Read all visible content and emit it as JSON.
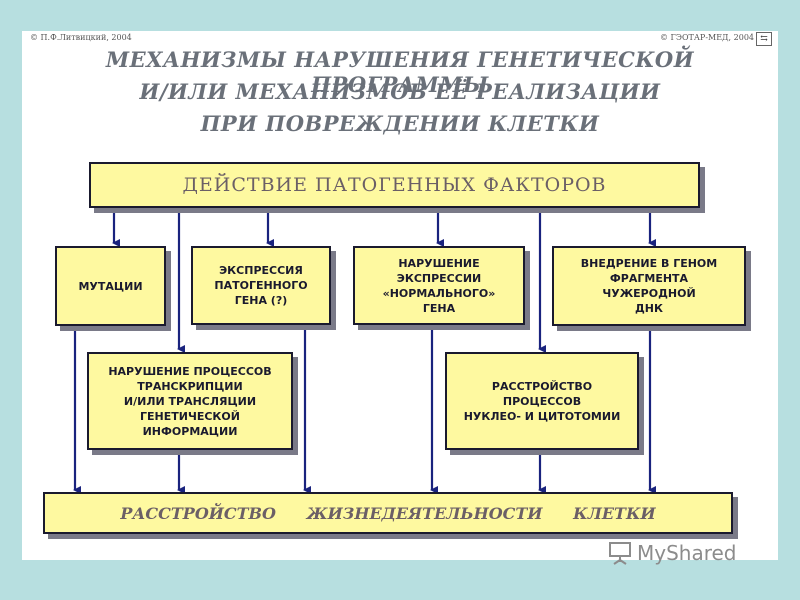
{
  "copyright": {
    "left": "© П.Ф.Литвицкий, 2004",
    "right": "© ГЭОТАР-МЕД, 2004"
  },
  "title": {
    "line1": "МЕХАНИЗМЫ НАРУШЕНИЯ ГЕНЕТИЧЕСКОЙ ПРОГРАММЫ",
    "line2": "И/ИЛИ МЕХАНИЗМОВ ЕЁ РЕАЛИЗАЦИИ",
    "line3": "ПРИ ПОВРЕЖДЕНИИ КЛЕТКИ"
  },
  "top_box": "ДЕЙСТВИЕ ПАТОГЕННЫХ ФАКТОРОВ",
  "boxes": {
    "mutations": "МУТАЦИИ",
    "pathogenic_gene": "ЭКСПРЕССИЯ\nПАТОГЕННОГО\nГЕНА (?)",
    "normal_gene": "НАРУШЕНИЕ\nЭКСПРЕССИИ\n«НОРМАЛЬНОГО»\nГЕНА",
    "foreign_dna": "ВНЕДРЕНИЕ В ГЕНОМ\nФРАГМЕНТА\nЧУЖЕРОДНОЙ\nДНК",
    "transcription": "НАРУШЕНИЕ ПРОЦЕССОВ\nТРАНСКРИПЦИИ\nИ/ИЛИ ТРАНСЛЯЦИИ\nГЕНЕТИЧЕСКОЙ\nИНФОРМАЦИИ",
    "nucleotomy": "РАССТРОЙСТВО\nПРОЦЕССОВ\nНУКЛЕО- И ЦИТОТОМИИ"
  },
  "bottom_box": {
    "word1": "РАССТРОЙСТВО",
    "word2": "ЖИЗНЕДЕЯТЕЛЬНОСТИ",
    "word3": "КЛЕТКИ"
  },
  "watermark": "MyShared",
  "colors": {
    "background": "#b7dfe0",
    "box_fill": "#fef9a0",
    "arrow": "#1a237e",
    "title": "#6a7079"
  }
}
